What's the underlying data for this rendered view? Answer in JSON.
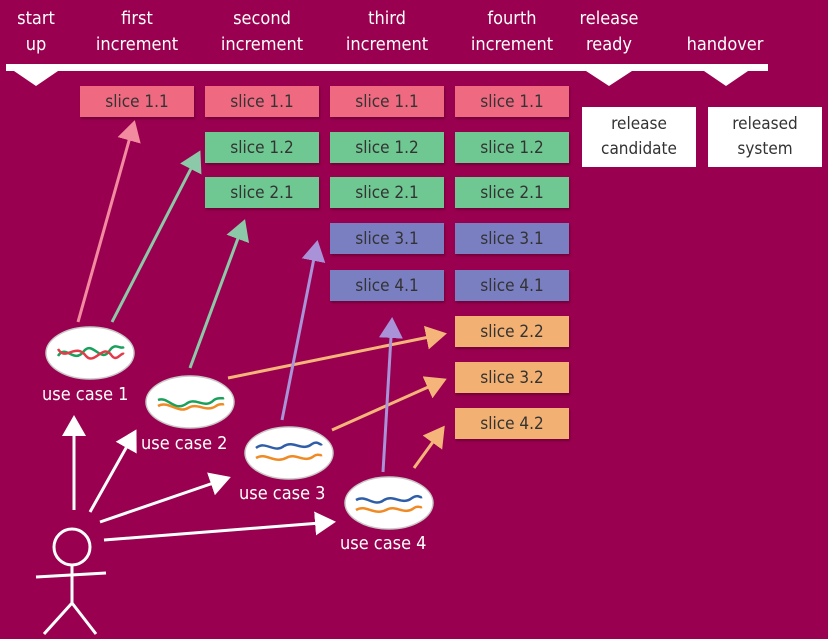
{
  "phases": [
    {
      "id": "startup",
      "label": "start up"
    },
    {
      "id": "first",
      "label": "first increment"
    },
    {
      "id": "second",
      "label": "second increment"
    },
    {
      "id": "third",
      "label": "third increment"
    },
    {
      "id": "fourth",
      "label": "fourth increment"
    },
    {
      "id": "release",
      "label": "release ready"
    },
    {
      "id": "handover",
      "label": "handover"
    }
  ],
  "increments": [
    {
      "id": "first",
      "slices": [
        "slice 1.1"
      ]
    },
    {
      "id": "second",
      "slices": [
        "slice 1.1",
        "slice 1.2",
        "slice 2.1"
      ]
    },
    {
      "id": "third",
      "slices": [
        "slice 1.1",
        "slice 1.2",
        "slice 2.1",
        "slice 3.1",
        "slice 4.1"
      ]
    },
    {
      "id": "fourth",
      "slices": [
        "slice 1.1",
        "slice 1.2",
        "slice 2.1",
        "slice 3.1",
        "slice 4.1",
        "slice 2.2",
        "slice 3.2",
        "slice 4.2"
      ]
    }
  ],
  "outputs": [
    {
      "id": "release-candidate",
      "line1": "release",
      "line2": "candidate"
    },
    {
      "id": "released-system",
      "line1": "released",
      "line2": "system"
    }
  ],
  "use_cases": [
    {
      "id": "uc1",
      "label": "use case 1"
    },
    {
      "id": "uc2",
      "label": "use case 2"
    },
    {
      "id": "uc3",
      "label": "use case 3"
    },
    {
      "id": "uc4",
      "label": "use case 4"
    }
  ],
  "colors": {
    "background": "#99004f",
    "slice_1_1": "#ef6a80",
    "slice_x_2_green": "#6fc792",
    "slice_x_1_blue": "#7a7fc2",
    "slice_x_2_orange": "#f2b072",
    "arrow_red": "#f28aa0",
    "arrow_green": "#8cc9a8",
    "arrow_purple": "#a992d8",
    "arrow_orange": "#f5b57a",
    "line_green": "#1aa05a",
    "line_red": "#e23c4a",
    "line_orange": "#f08a24",
    "line_blue": "#2f5ea8",
    "white": "#ffffff"
  }
}
